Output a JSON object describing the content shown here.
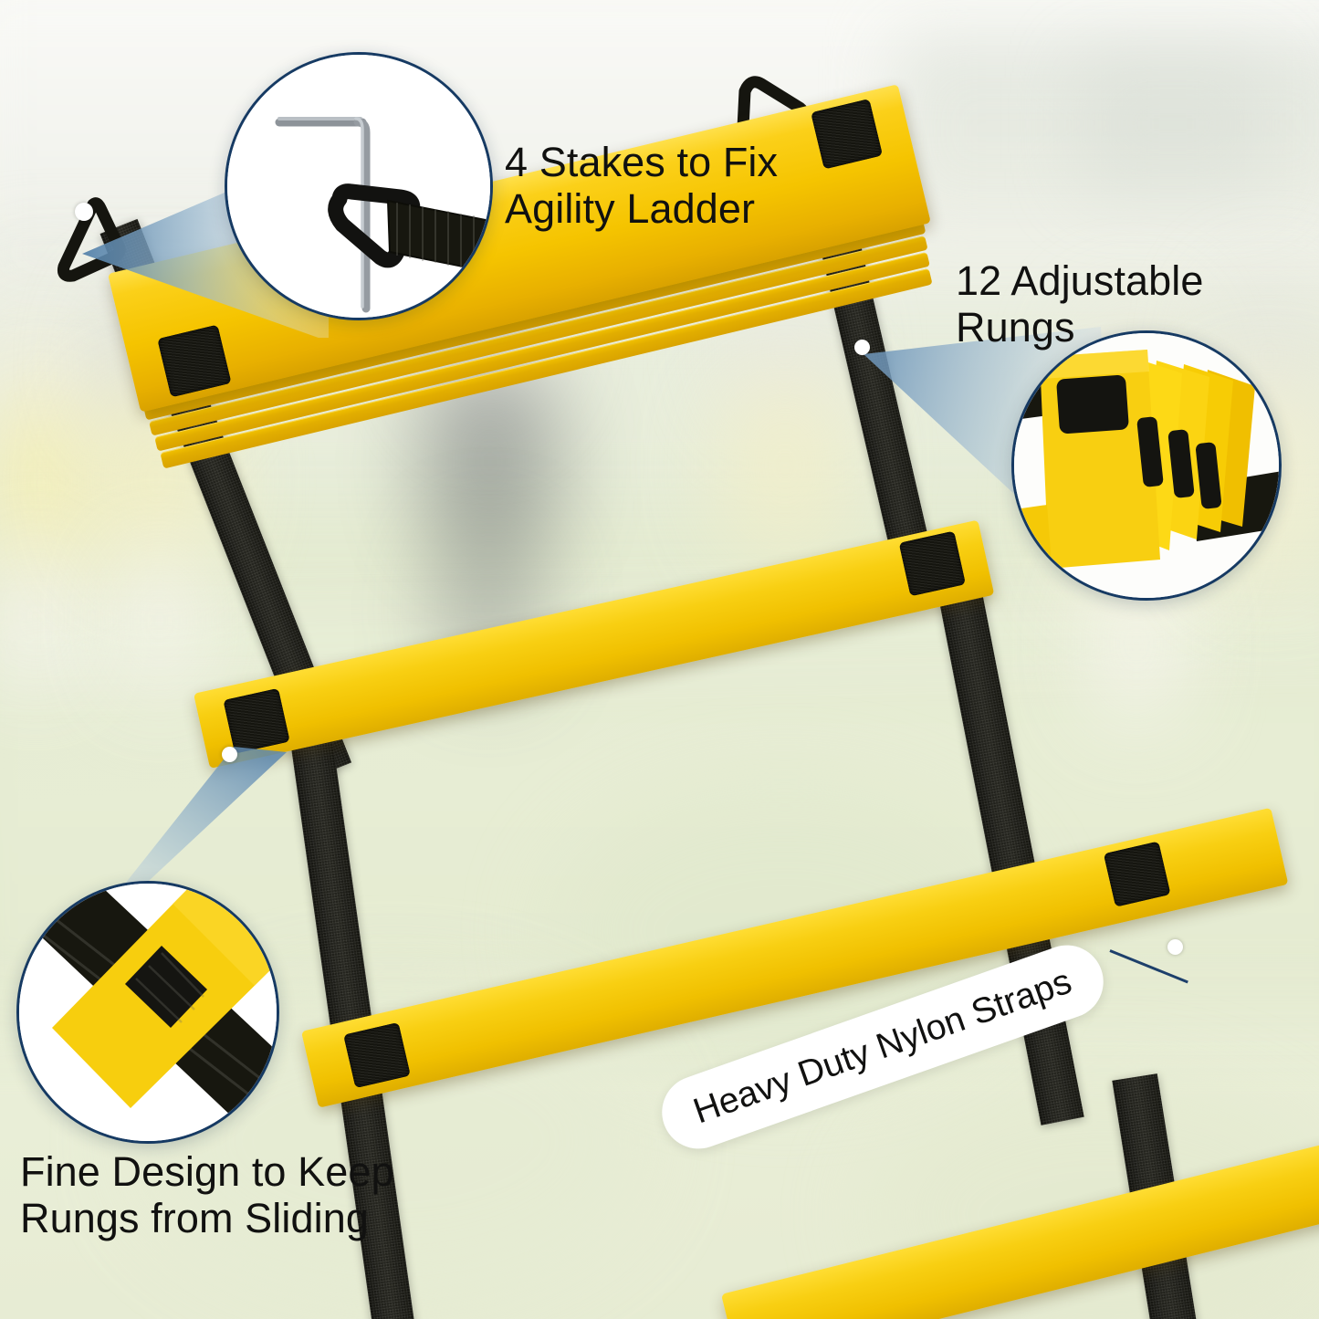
{
  "product": {
    "name": "Agility Ladder",
    "scene": "blurred-soccer-field"
  },
  "colors": {
    "rung_yellow": "#f5c400",
    "rung_yellow_light": "#ffdd33",
    "strap_black": "#1a1a14",
    "callout_border": "#163a63",
    "leader_line": "#1d3f6b",
    "cone_blue": "#7fa6c8",
    "background_field": "#e9edd8",
    "text": "#111110"
  },
  "callouts": [
    {
      "id": "stakes",
      "label": "4 Stakes to Fix\nAgility Ladder",
      "detail": "metal-stake-through-triangle-strap-ring",
      "anchor": "top-left-strap-triangle"
    },
    {
      "id": "rungs",
      "label": "12 Adjustable Rungs",
      "detail": "stacked-folded-yellow-rungs-with-black-straps",
      "anchor": "top-rung-stack"
    },
    {
      "id": "sliding",
      "label": "Fine Design to Keep\nRungs from Sliding",
      "detail": "strap-threaded-through-rung-slot",
      "anchor": "second-rung-left-end"
    },
    {
      "id": "straps",
      "label": "Heavy Duty Nylon Straps",
      "detail": "woven-nylon-webbing-strap",
      "anchor": "right-side-strap"
    }
  ],
  "icons": {
    "anchor_dot": "anchor-dot-icon",
    "leader": "leader-line-icon",
    "cone": "zoom-cone-icon"
  }
}
